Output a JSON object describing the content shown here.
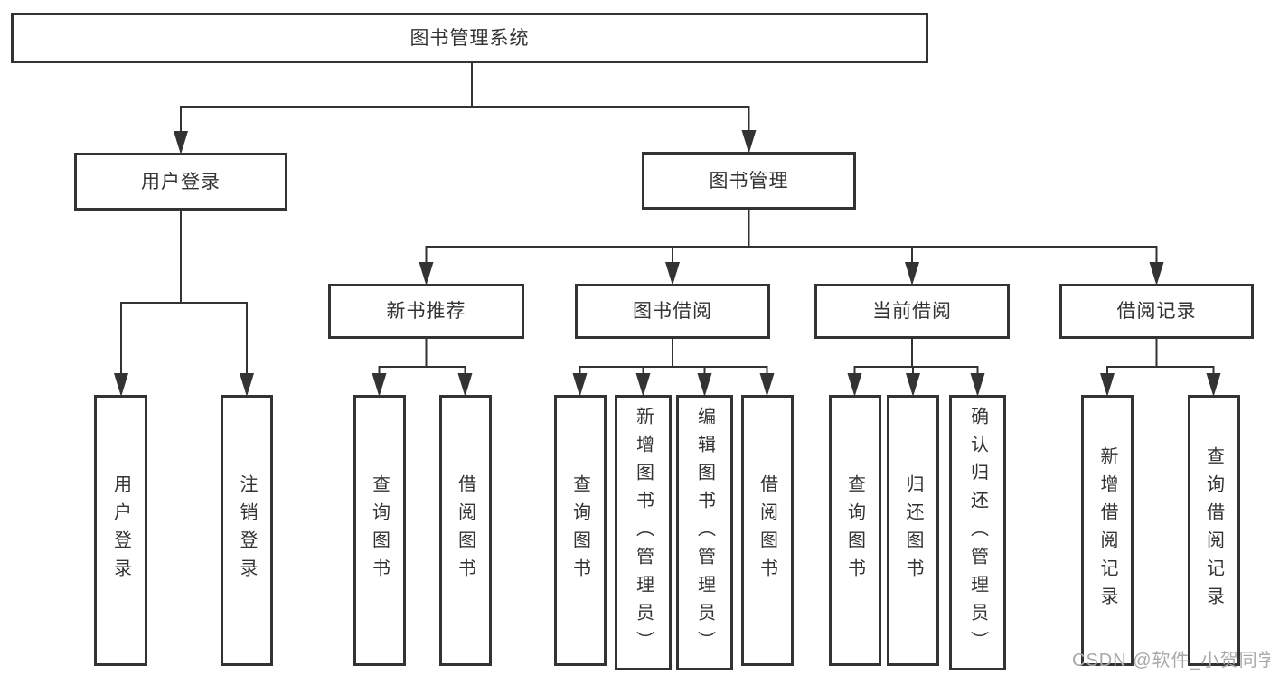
{
  "diagram": {
    "title": "图书管理系统",
    "watermark": "CSDN @软件_小贺同学",
    "colors": {
      "line": "#333333",
      "box_border": "#333333",
      "text": "#333333",
      "background": "#ffffff",
      "watermark": "#a9a9a9"
    },
    "nodes": {
      "root": {
        "label": "图书管理系统"
      },
      "user_login": {
        "label": "用户登录"
      },
      "book_mgmt": {
        "label": "图书管理"
      },
      "ul_login": {
        "label": "用户登录"
      },
      "ul_logout": {
        "label": "注销登录"
      },
      "new_book_rec": {
        "label": "新书推荐"
      },
      "book_borrow": {
        "label": "图书借阅"
      },
      "current_borrow": {
        "label": "当前借阅"
      },
      "borrow_record": {
        "label": "借阅记录"
      },
      "nbr_query_book": {
        "label": "查询图书"
      },
      "nbr_borrow_book": {
        "label": "借阅图书"
      },
      "bb_query_book": {
        "label": "查询图书"
      },
      "bb_add_book": {
        "label": "新增图书（管理员）"
      },
      "bb_edit_book": {
        "label": "编辑图书（管理员）"
      },
      "bb_borrow_book": {
        "label": "借阅图书"
      },
      "cb_query_book": {
        "label": "查询图书"
      },
      "cb_return_book": {
        "label": "归还图书"
      },
      "cb_confirm_return": {
        "label": "确认归还（管理员）"
      },
      "br_add_record": {
        "label": "新增借阅记录"
      },
      "br_query_record": {
        "label": "查询借阅记录"
      }
    },
    "hierarchy": [
      {
        "parent": "图书管理系统",
        "children": [
          "用户登录",
          "图书管理"
        ]
      },
      {
        "parent": "用户登录",
        "children": [
          "用户登录",
          "注销登录"
        ]
      },
      {
        "parent": "图书管理",
        "children": [
          "新书推荐",
          "图书借阅",
          "当前借阅",
          "借阅记录"
        ]
      },
      {
        "parent": "新书推荐",
        "children": [
          "查询图书",
          "借阅图书"
        ]
      },
      {
        "parent": "图书借阅",
        "children": [
          "查询图书",
          "新增图书（管理员）",
          "编辑图书（管理员）",
          "借阅图书"
        ]
      },
      {
        "parent": "当前借阅",
        "children": [
          "查询图书",
          "归还图书",
          "确认归还（管理员）"
        ]
      },
      {
        "parent": "借阅记录",
        "children": [
          "新增借阅记录",
          "查询借阅记录"
        ]
      }
    ]
  }
}
